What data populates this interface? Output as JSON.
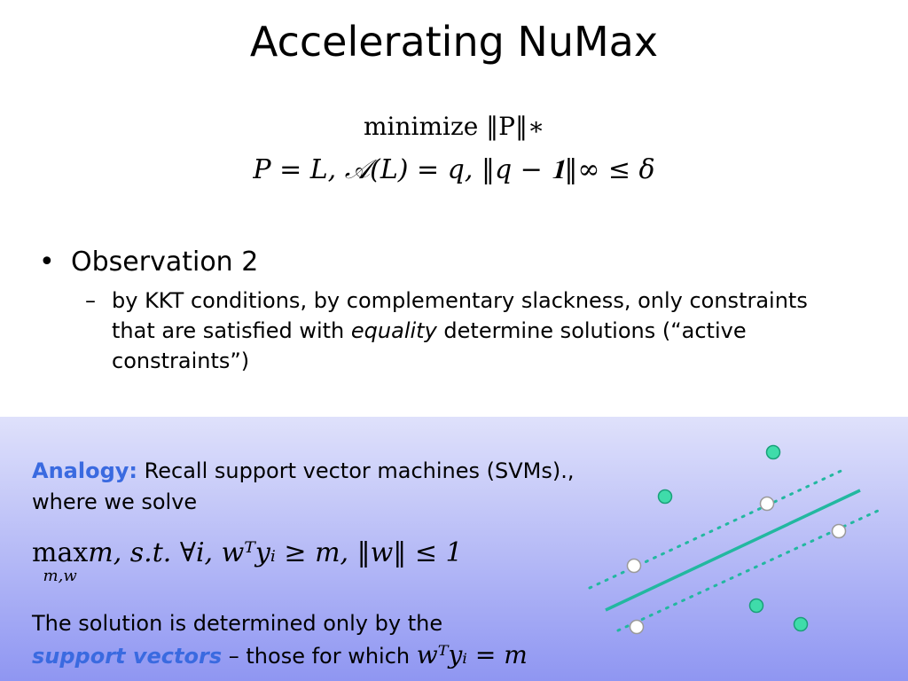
{
  "slide": {
    "title": "Accelerating NuMax",
    "eq1": "minimize ‖P‖∗",
    "eq2": "P = L,  𝒜(L) = q,  ‖q − 𝟏‖∞ ≤ δ",
    "bullet": "Observation 2",
    "sub_dash": "–",
    "sub_before": "by KKT conditions, by complementary slackness, only constraints that are satisfied with ",
    "sub_em": "equality",
    "sub_after": " determine solutions (“active constraints”)"
  },
  "panel": {
    "analogy_label": "Analogy:",
    "analogy_text": " Recall support vector machines (SVMs)., where we solve",
    "svm_max": "max",
    "svm_sub": "m,w",
    "svm_rest": "m,    s.t.   ∀i, wᵀyᵢ ≥ m, ‖w‖ ≤ 1",
    "sol_text": "The solution is determined only by the",
    "sol_sv": "support vectors",
    "sol_tail": " – those for which ",
    "sol_math": "wᵀyᵢ = m"
  },
  "colors": {
    "accent": "#3a6ae0",
    "line": "#22b8a0",
    "point_green": "#3fdcaa",
    "point_white": "#ffffff",
    "panel_top": "#dfe1fb",
    "panel_bottom": "#8f96f2"
  }
}
